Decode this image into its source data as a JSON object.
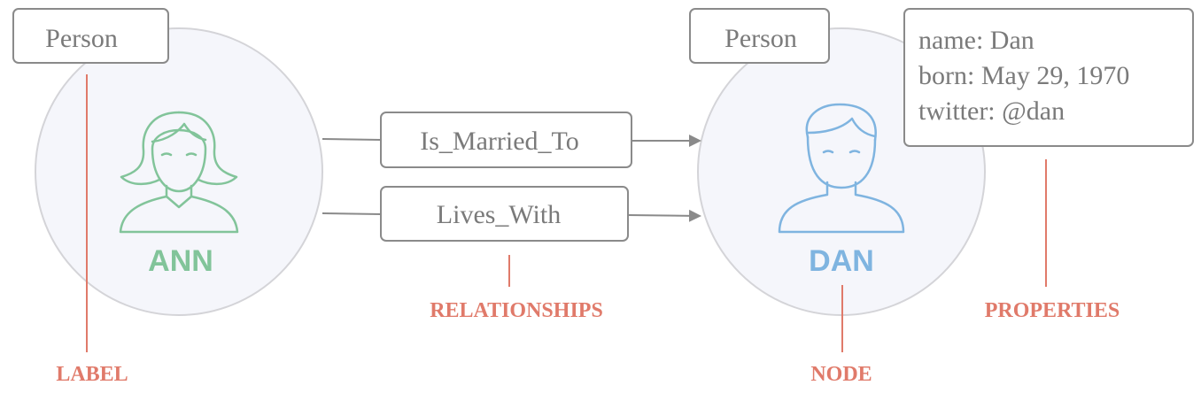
{
  "colors": {
    "ann": "#82c49a",
    "dan": "#7fb4e0",
    "annotation": "#e07a6a",
    "box_border": "#8a8a8a",
    "box_text": "#7a7a7a",
    "node_fill": "#f5f6fb",
    "node_border": "#d4d4d8",
    "arrow": "#8a8a8a"
  },
  "nodes": {
    "ann": {
      "name": "ANN",
      "label": "Person",
      "icon": "woman-icon"
    },
    "dan": {
      "name": "DAN",
      "label": "Person",
      "icon": "man-icon",
      "properties": [
        "name: Dan",
        "born: May 29, 1970",
        "twitter: @dan"
      ]
    }
  },
  "relationships": [
    "Is_Married_To",
    "Lives_With"
  ],
  "annotations": {
    "label": "LABEL",
    "relationships": "RELATIONSHIPS",
    "node": "NODE",
    "properties": "PROPERTIES"
  }
}
